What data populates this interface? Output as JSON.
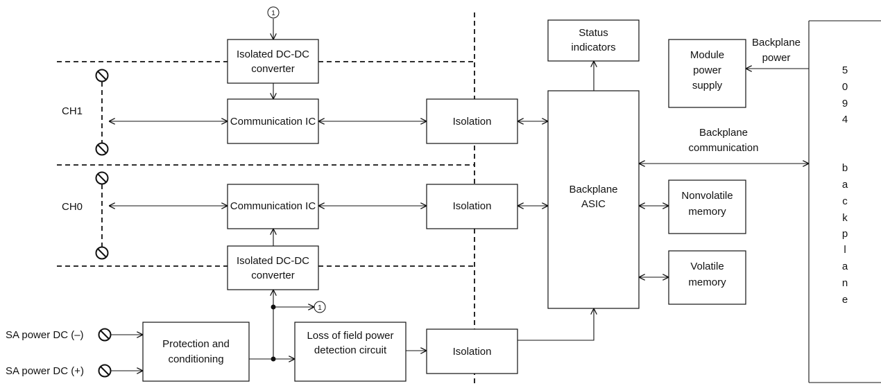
{
  "blocks": {
    "dcdc_top": [
      "Isolated DC-DC",
      "converter"
    ],
    "comm_ch1": [
      "Communication IC"
    ],
    "comm_ch0": [
      "Communication IC"
    ],
    "dcdc_bottom": [
      "Isolated DC-DC",
      "converter"
    ],
    "protection": [
      "Protection and",
      "conditioning"
    ],
    "loss_detection": [
      "Loss of field power",
      "detection circuit"
    ],
    "isolation_ch1": [
      "Isolation"
    ],
    "isolation_ch0": [
      "Isolation"
    ],
    "isolation_power": [
      "Isolation"
    ],
    "status_indicators": [
      "Status",
      "indicators"
    ],
    "backplane_asic": [
      "Backplane",
      "ASIC"
    ],
    "module_power_supply": [
      "Module",
      "power",
      "supply"
    ],
    "nonvolatile_memory": [
      "Nonvolatile",
      "memory"
    ],
    "volatile_memory": [
      "Volatile",
      "memory"
    ]
  },
  "labels": {
    "ch1": "CH1",
    "ch0": "CH0",
    "sa_power_neg": "SA power DC (–)",
    "sa_power_pos": "SA power DC (+)",
    "backplane_power": [
      "Backplane",
      "power"
    ],
    "backplane_communication": [
      "Backplane",
      "communication"
    ],
    "callout": "1",
    "backplane_vertical": [
      "5",
      "0",
      "9",
      "4",
      "",
      "",
      "b",
      "a",
      "c",
      "k",
      "p",
      "l",
      "a",
      "n",
      "e"
    ]
  },
  "icons": {
    "terminal": "circle-slash-terminal-icon",
    "callout": "circled-number-icon"
  }
}
